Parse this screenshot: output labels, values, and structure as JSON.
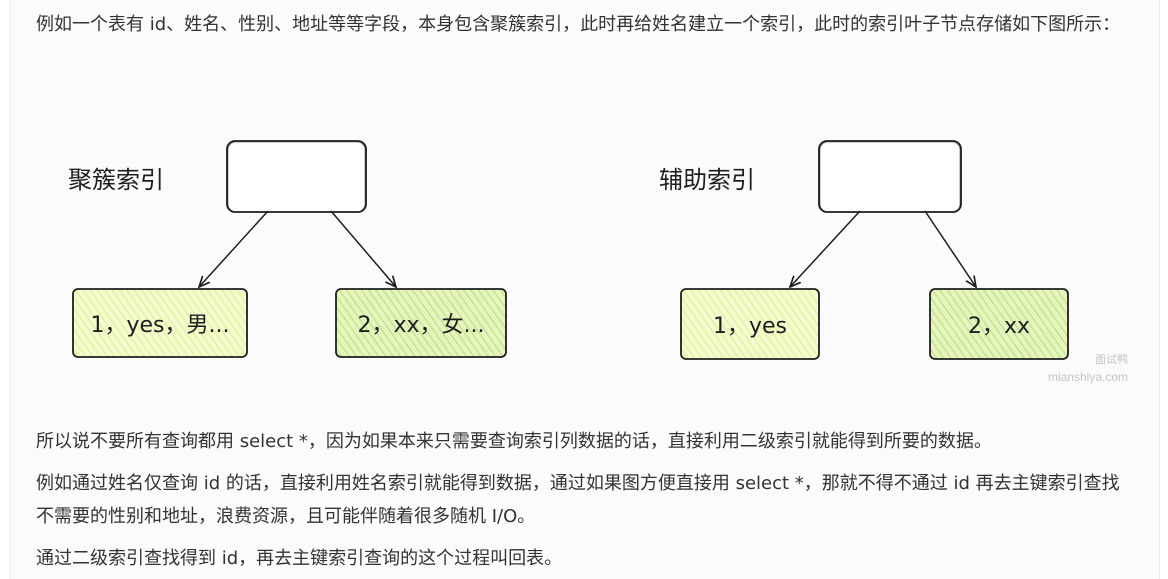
{
  "paragraphs": {
    "intro": "例如一个表有 id、姓名、性别、地址等等字段，本身包含聚簇索引，此时再给姓名建立一个索引，此时的索引叶子节点存储如下图所示：",
    "select_star": "所以说不要所有查询都用 select *，因为如果本来只需要查询索引列数据的话，直接利用二级索引就能得到所要的数据。",
    "example": "例如通过姓名仅查询 id 的话，直接利用姓名索引就能得到数据，通过如果图方便直接用 select *，那就不得不通过 id 再去主键索引查找不需要的性别和地址，浪费资源，且可能伴随着很多随机 I/O。",
    "conclusion": "通过二级索引查找得到 id，再去主键索引查询的这个过程叫回表。"
  },
  "diagram": {
    "clustered": {
      "title": "聚簇索引",
      "leaves": [
        "1，yes，男...",
        "2，xx，女..."
      ]
    },
    "secondary": {
      "title": "辅助索引",
      "leaves": [
        "1，yes",
        "2，xx"
      ]
    },
    "colors": {
      "leaf_light": "#eef9b8",
      "leaf_green": "#d6efa0",
      "stroke": "#1e1e1e"
    }
  },
  "watermark": {
    "line1": "面试鸭",
    "line2": "mianshiya.com"
  }
}
